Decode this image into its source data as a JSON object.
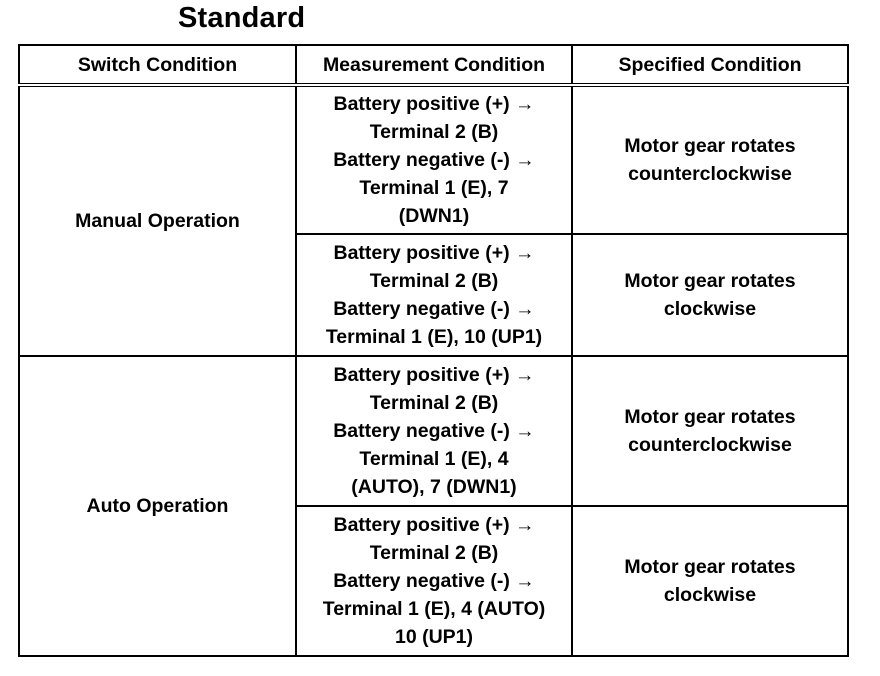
{
  "title": "Standard",
  "table": {
    "headers": {
      "switch": "Switch Condition",
      "measurement": "Measurement Condition",
      "specified": "Specified Condition"
    },
    "groups": [
      {
        "switch": "Manual Operation",
        "rows": [
          {
            "measurement": [
              "Battery positive (+) →",
              "Terminal 2 (B)",
              "Battery negative (-) →",
              "Terminal 1 (E), 7",
              "(DWN1)"
            ],
            "specified": [
              "Motor gear rotates",
              "counterclockwise"
            ]
          },
          {
            "measurement": [
              "Battery positive (+) →",
              "Terminal 2 (B)",
              "Battery negative (-) →",
              "Terminal 1 (E), 10 (UP1)"
            ],
            "specified": [
              "Motor gear rotates",
              "clockwise"
            ]
          }
        ]
      },
      {
        "switch": "Auto Operation",
        "rows": [
          {
            "measurement": [
              "Battery positive (+) →",
              "Terminal 2 (B)",
              "Battery negative (-) →",
              "Terminal 1 (E), 4",
              "(AUTO), 7 (DWN1)"
            ],
            "specified": [
              "Motor gear rotates",
              "counterclockwise"
            ]
          },
          {
            "measurement": [
              "Battery positive (+) →",
              "Terminal 2 (B)",
              "Battery negative (-) →",
              "Terminal 1 (E), 4 (AUTO)",
              "10 (UP1)"
            ],
            "specified": [
              "Motor gear rotates",
              "clockwise"
            ]
          }
        ]
      }
    ]
  }
}
